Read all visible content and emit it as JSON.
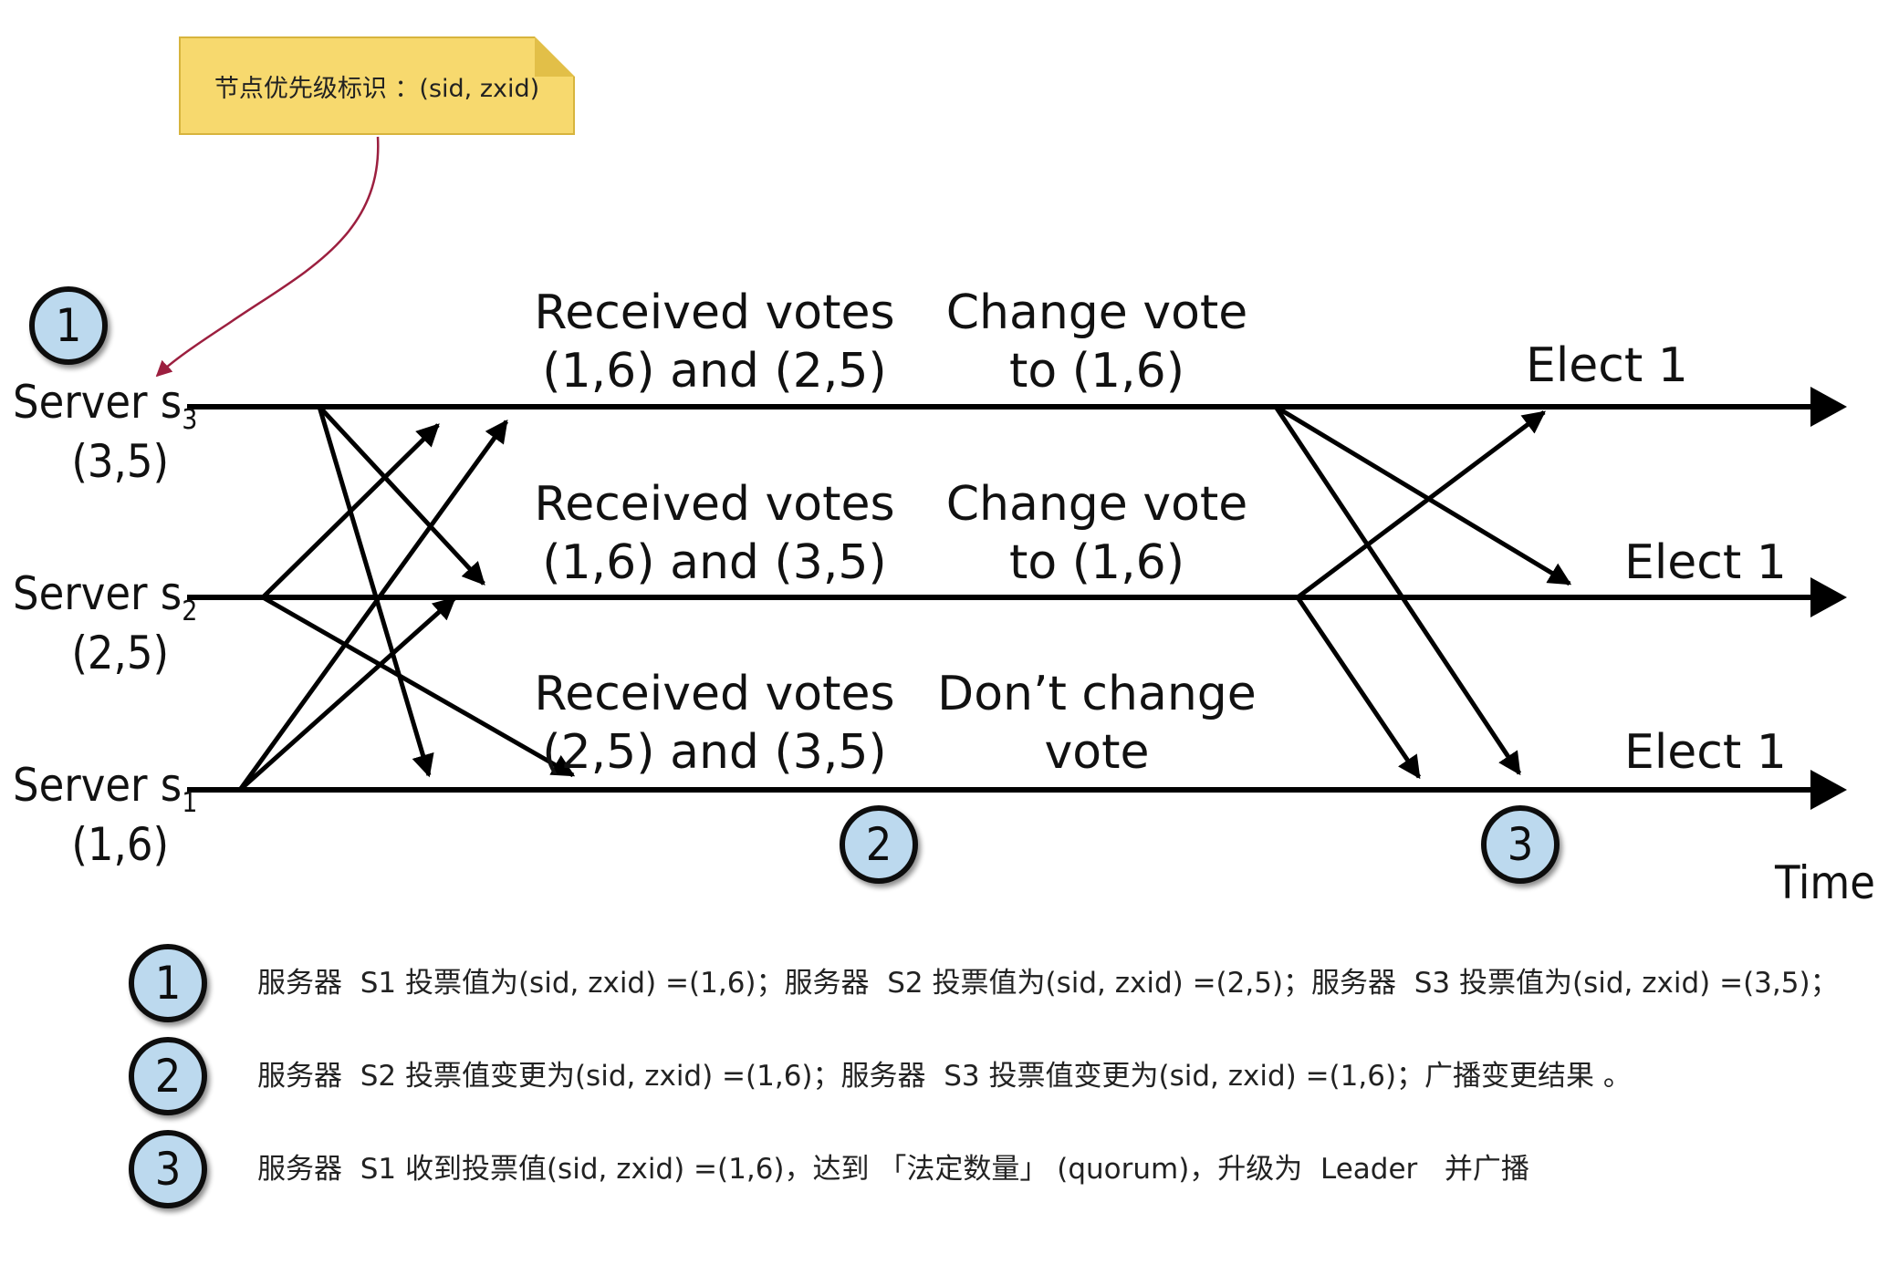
{
  "note": {
    "text": "节点优先级标识 ：(sid, zxid)"
  },
  "servers": [
    {
      "name": "Server s",
      "sub": "3",
      "value": "(3,5)"
    },
    {
      "name": "Server s",
      "sub": "2",
      "value": "(2,5)"
    },
    {
      "name": "Server s",
      "sub": "1",
      "value": "(1,6)"
    }
  ],
  "received_labels": [
    {
      "line1": "Received votes",
      "line2": "(1,6) and (2,5)"
    },
    {
      "line1": "Received votes",
      "line2": "(1,6) and (3,5)"
    },
    {
      "line1": "Received votes",
      "line2": "(2,5) and (3,5)"
    }
  ],
  "change_labels": [
    {
      "line1": "Change vote",
      "line2": "to (1,6)"
    },
    {
      "line1": "Change vote",
      "line2": "to (1,6)"
    },
    {
      "line1": "Don’t change",
      "line2": "vote"
    }
  ],
  "elect_labels": [
    "Elect 1",
    "Elect 1",
    "Elect 1"
  ],
  "time_label": "Time",
  "badges": [
    "1",
    "2",
    "3"
  ],
  "legend": [
    {
      "badge": "1",
      "text": "服务器  S1 投票值为(sid, zxid) =(1,6)；服务器  S2 投票值为(sid, zxid) =(2,5)；服务器  S3 投票值为(sid, zxid) =(3,5)；"
    },
    {
      "badge": "2",
      "text": "服务器  S2 投票值变更为(sid, zxid) =(1,6)；服务器  S3 投票值变更为(sid, zxid) =(1,6)；广播变更结果 。"
    },
    {
      "badge": "3",
      "text": "服务器  S1 收到投票值(sid, zxid) =(1,6)，达到 「法定数量」 (quorum)，升级为  Leader   并广播"
    }
  ],
  "colors": {
    "badge_fill": "#bcd9ee",
    "note_fill": "#f7d96e",
    "note_arrow": "#9c1f3f"
  }
}
